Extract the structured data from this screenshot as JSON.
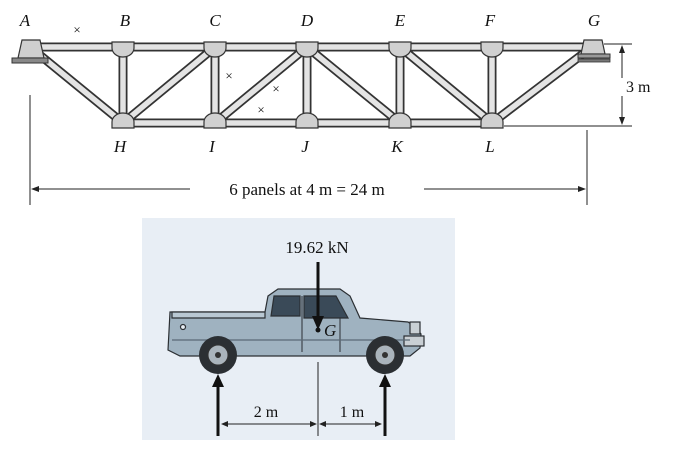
{
  "truss": {
    "top_nodes": [
      "A",
      "B",
      "C",
      "D",
      "E",
      "F",
      "G"
    ],
    "bottom_nodes": [
      "H",
      "I",
      "J",
      "K",
      "L"
    ],
    "span_label": "6 panels at 4 m = 24 m",
    "height_label": "3 m",
    "marker": "×"
  },
  "truck": {
    "weight_label": "19.62 kN",
    "cg_label": "G",
    "rear_dist_label": "2 m",
    "front_dist_label": "1 m"
  },
  "colors": {
    "steel_fill": "#d9d9d9",
    "steel_edge": "#333333",
    "panel_bg": "#e8eef5",
    "truck_body": "#9fb2c0",
    "truck_dark": "#2b2f33"
  }
}
